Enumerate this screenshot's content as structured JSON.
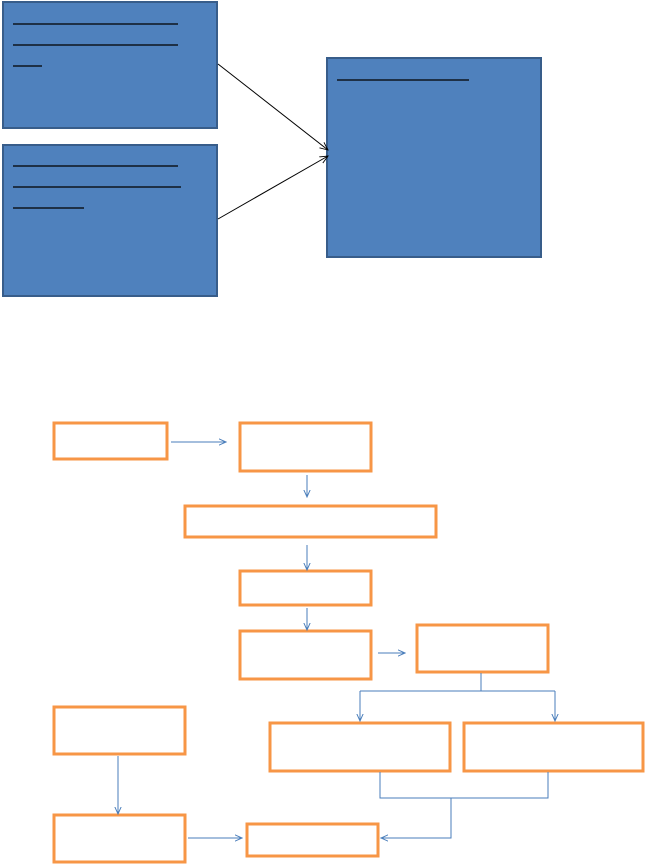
{
  "diagram": {
    "colors": {
      "blue_box_fill": "#4f81bd",
      "blue_box_border": "#385d8a",
      "orange_box_border": "#f79646",
      "connector_blue": "#4a7ebb",
      "arrow_black": "#000000"
    },
    "top_section": {
      "boxes": [
        "left-top-box",
        "left-bottom-box",
        "right-box"
      ],
      "note": ""
    },
    "flowchart": {
      "nodes": [
        "start-box",
        "step-2-box",
        "wide-step-box",
        "step-4-box",
        "step-5-box",
        "step-6-box",
        "branch-left-box",
        "branch-right-box",
        "side-top-box",
        "side-bottom-box",
        "end-box"
      ]
    }
  }
}
